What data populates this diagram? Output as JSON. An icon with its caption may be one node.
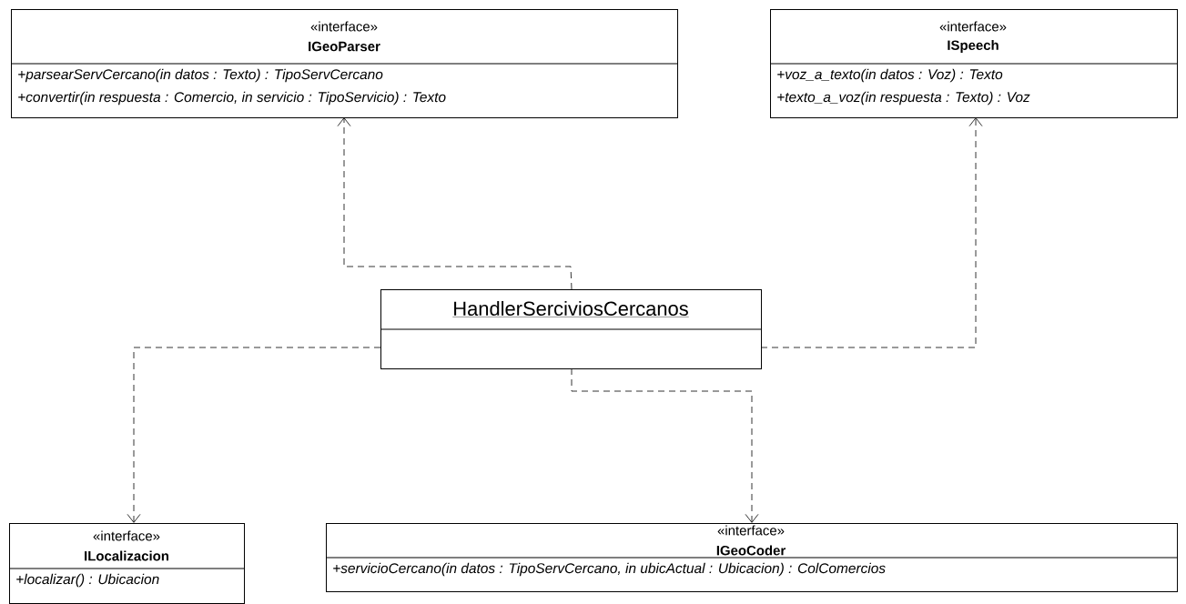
{
  "diagram": {
    "nodes": [
      {
        "text": [
          "«interface»",
          "IGeoParser",
          "+parsearServCercano(in datos : Texto) : TipoServCercano",
          "+convertir(in respuesta : Comercio, in servicio : TipoServicio) : Texto"
        ]
      },
      {
        "text": [
          "«interface»",
          "ISpeech",
          "+voz_a_texto(in datos : Voz) : Texto",
          "+texto_a_voz(in respuesta : Texto) : Voz"
        ]
      },
      {
        "text": [
          "HandlerSerciviosCercanos"
        ]
      },
      {
        "text": [
          "«interface»",
          "ILocalizacion",
          "+localizar() : Ubicacion"
        ]
      },
      {
        "text": [
          "«interface»",
          "IGeoCoder",
          "+servicioCercano(in datos : TipoServCercano, in ubicActual : Ubicacion) : ColComercios"
        ]
      }
    ],
    "edges": [
      {
        "from": 2,
        "to": 0,
        "arrow": "to",
        "style": "dashed"
      },
      {
        "from": 2,
        "to": 1,
        "arrow": "to",
        "style": "dashed"
      },
      {
        "from": 2,
        "to": 3,
        "arrow": "to",
        "style": "dashed"
      },
      {
        "from": 2,
        "to": 4,
        "arrow": "to",
        "style": "dashed"
      }
    ]
  }
}
